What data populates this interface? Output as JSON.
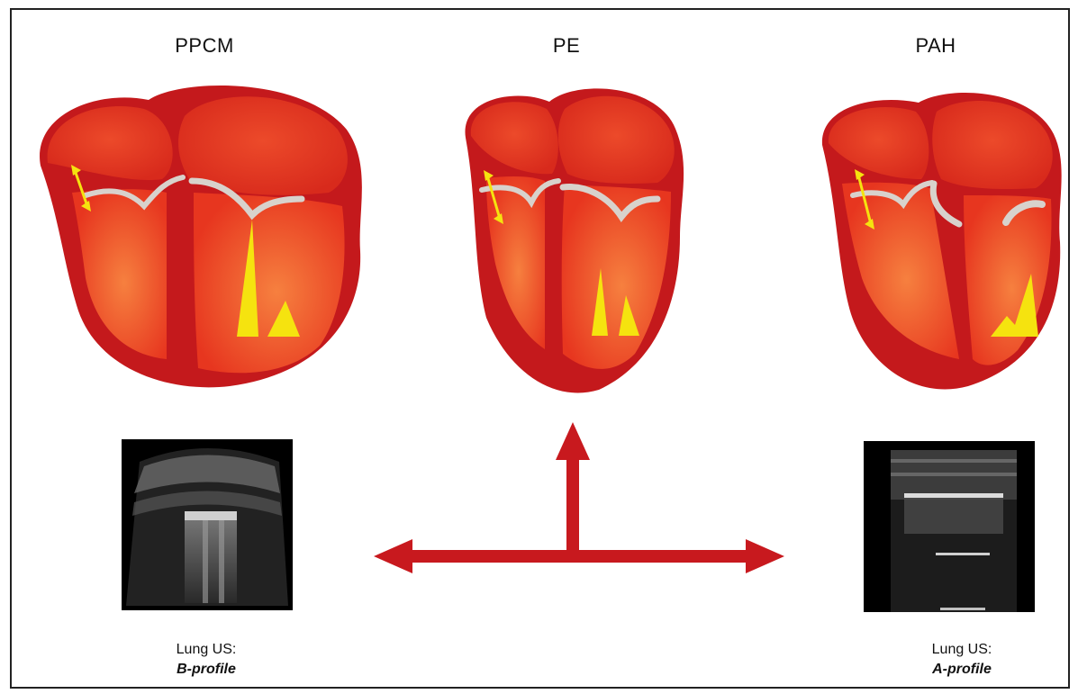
{
  "panels": [
    {
      "title": "PPCM"
    },
    {
      "title": "PE"
    },
    {
      "title": "PAH"
    }
  ],
  "lung_us": [
    {
      "label": "Lung US:",
      "profile": "B-profile"
    },
    {
      "label": "Lung US:",
      "profile": "A-profile"
    }
  ],
  "colors": {
    "heart_outer": "#c4191c",
    "heart_inner": "#e83a22",
    "chamber_light": "#f36a3a",
    "valve": "#d8d2cc",
    "doppler": "#f5e30f",
    "arrow": "#c8191e"
  }
}
